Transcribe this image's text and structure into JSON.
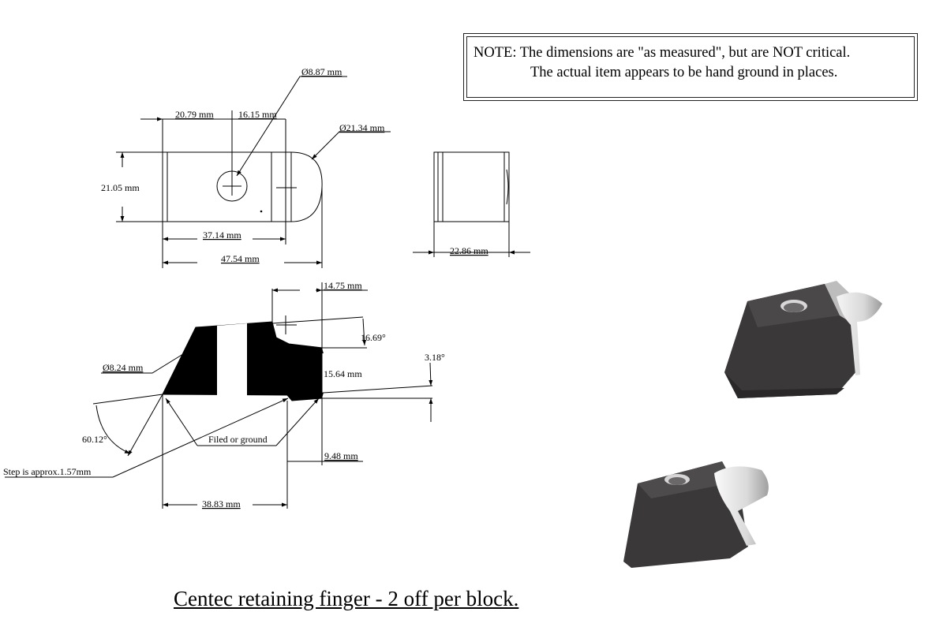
{
  "note": {
    "line1": "NOTE: The dimensions are \"as measured\", but are NOT critical.",
    "line2": "The actual item appears to be hand ground in places."
  },
  "top_view": {
    "hole_diameter": "Ø8.87 mm",
    "dim_left": "20.79 mm",
    "dim_right": "16.15 mm",
    "nose_diameter": "Ø21.34 mm",
    "height": "21.05 mm",
    "length_to_center": "37.14 mm",
    "overall_length": "47.54 mm"
  },
  "end_view": {
    "width": "22.86 mm"
  },
  "side_view": {
    "nose_offset": "14.75 mm",
    "angle_top": "16.69°",
    "angle_base": "3.18°",
    "height": "15.64 mm",
    "hole_diameter": "Ø8.24 mm",
    "angle_front": "60.12°",
    "filed_note": "Filed or ground",
    "step_length": "9.48 mm",
    "step_note": "Step is approx.1.57mm",
    "base_length": "38.83 mm"
  },
  "caption": "Centec retaining finger - 2 off per block.",
  "colors": {
    "part_fill": "#000000",
    "render_dark": "#3a3838",
    "render_light": "#e2e2e2"
  }
}
